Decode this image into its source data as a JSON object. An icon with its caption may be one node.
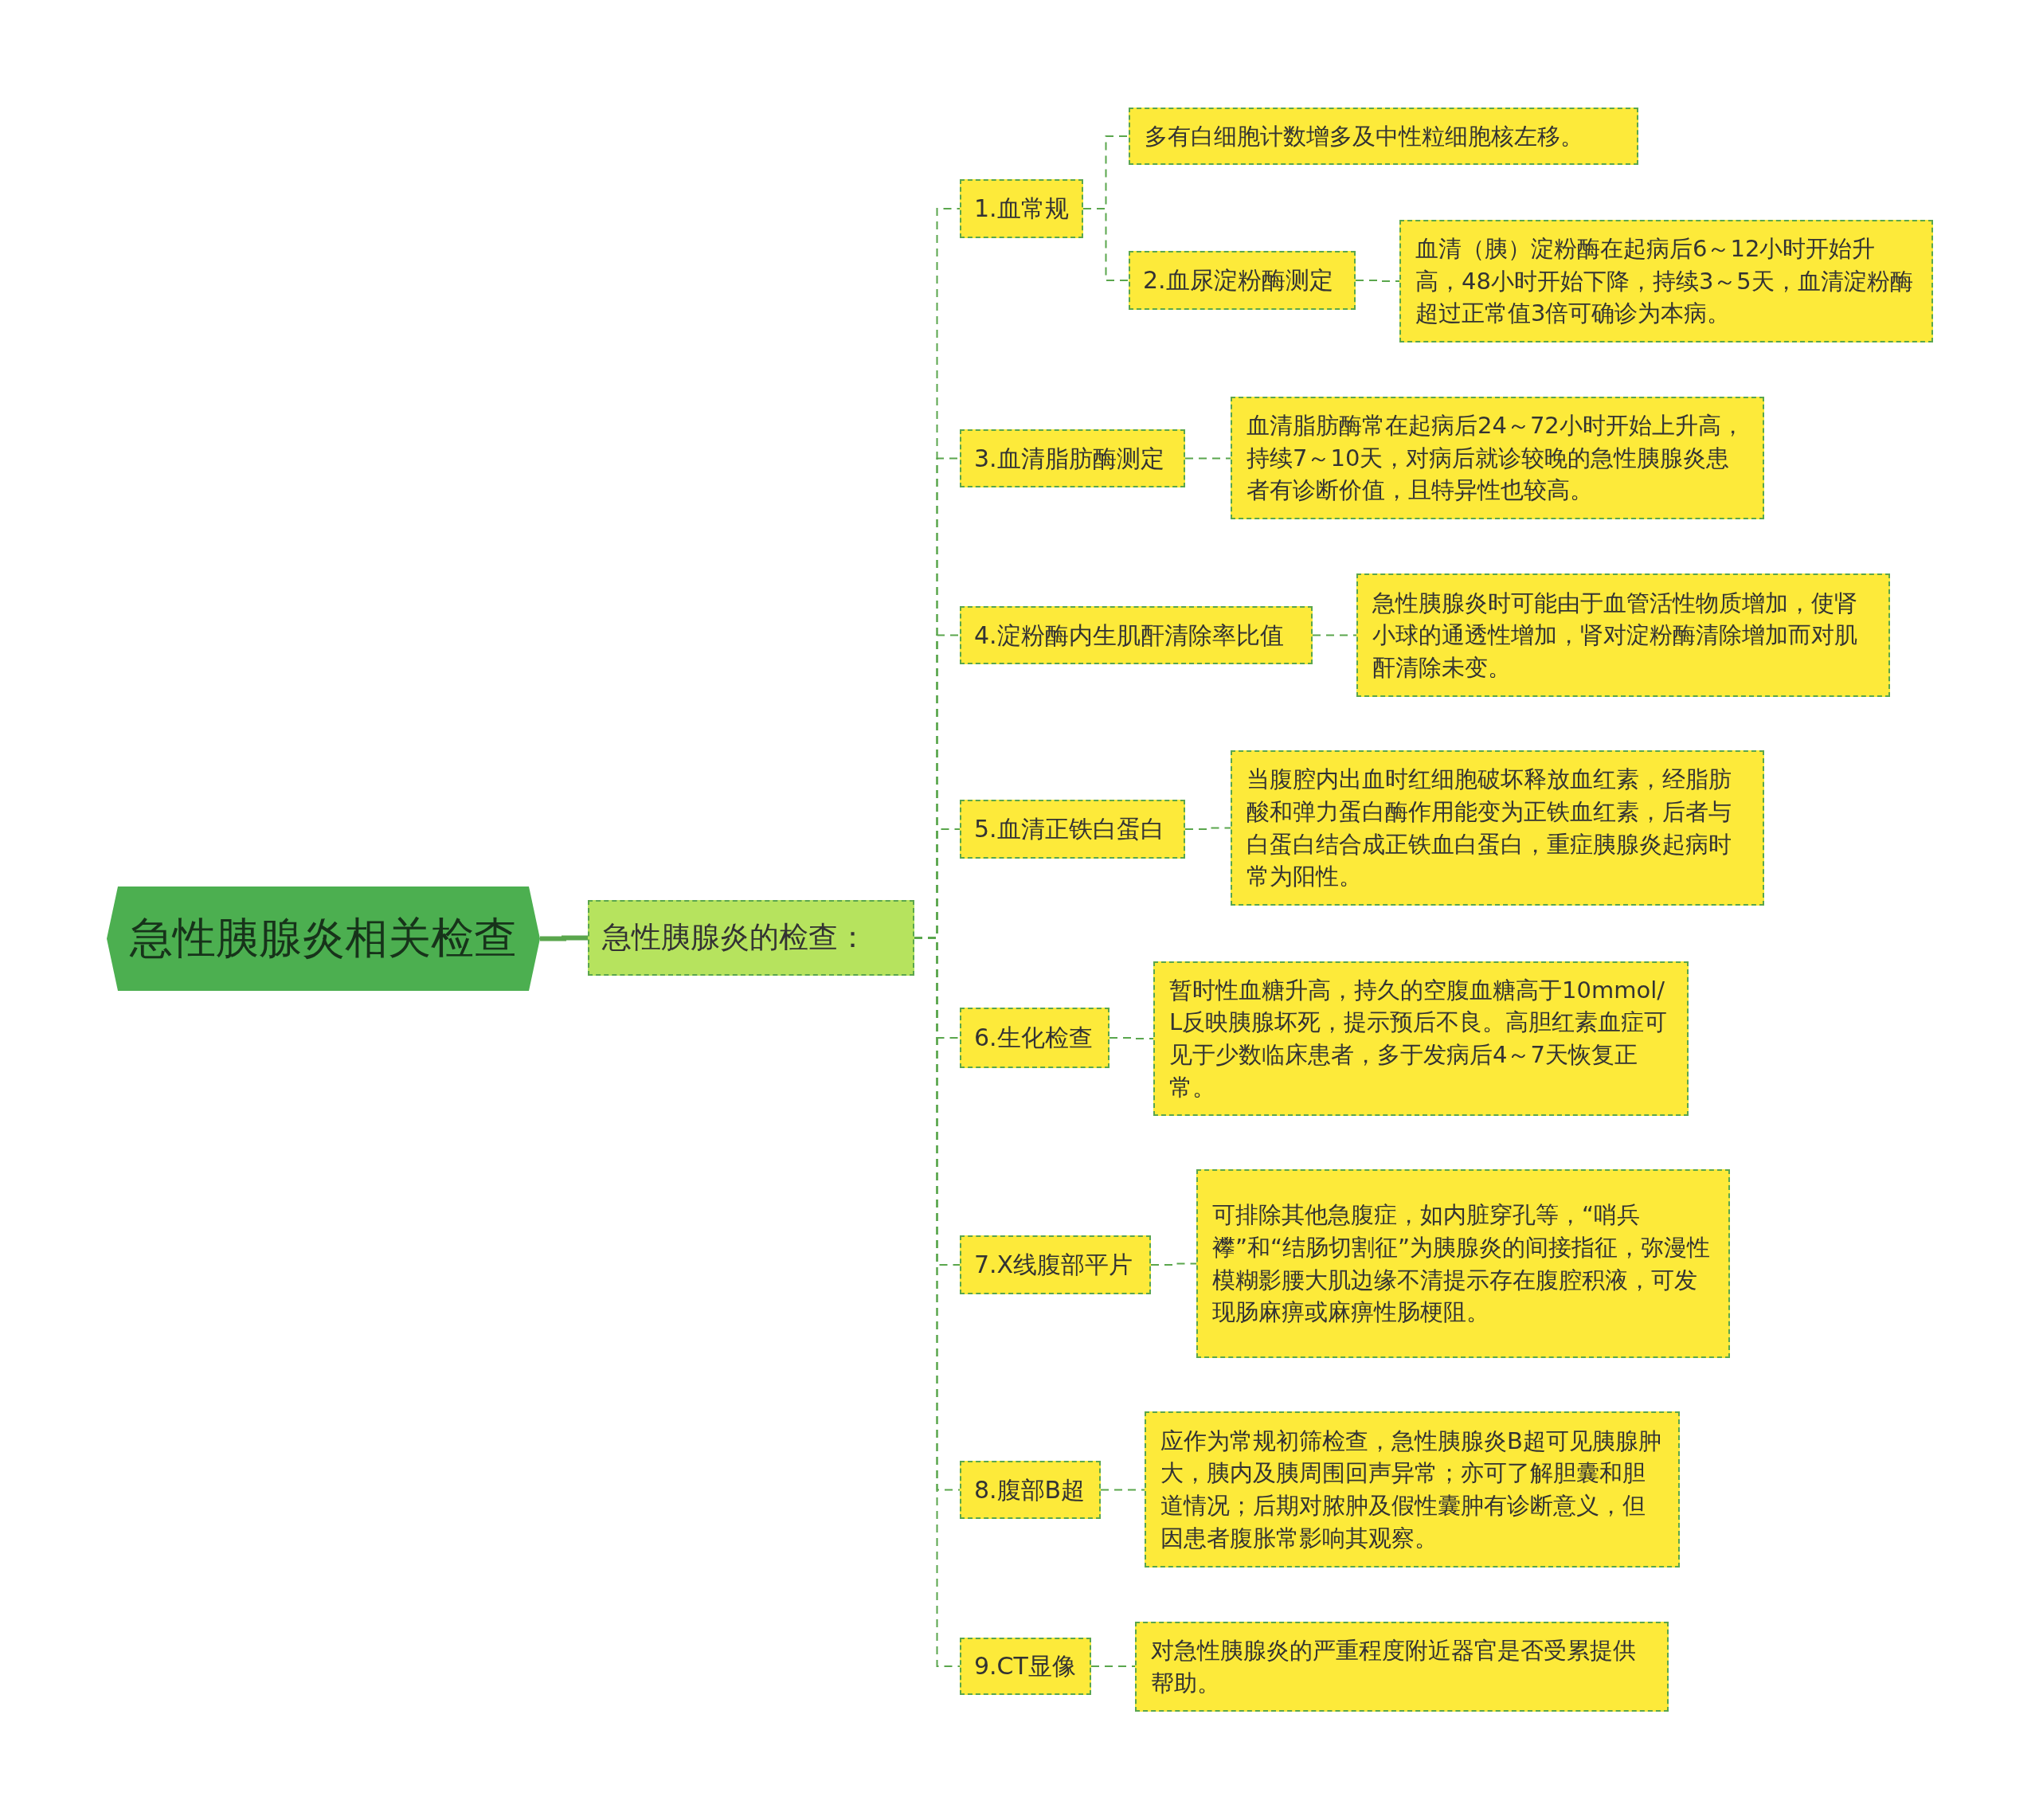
{
  "diagram": {
    "nodes": [
      {
        "text": [
          "急性胰腺炎相关检查"
        ]
      },
      {
        "text": [
          "急性胰腺炎的检查："
        ]
      },
      {
        "text": [
          "1.血常规"
        ]
      },
      {
        "text": [
          "多有白细胞计数增多及中性粒细胞核左移。"
        ]
      },
      {
        "text": [
          "2.血尿淀粉酶测定"
        ]
      },
      {
        "text": [
          "血清（胰）淀粉酶在起病后6～12小时开始升高，48小时开始下降，持续3～5天，血清淀粉酶超过正常值3倍可确诊为本病。"
        ]
      },
      {
        "text": [
          "3.血清脂肪酶测定"
        ]
      },
      {
        "text": [
          "血清脂肪酶常在起病后24～72小时开始上升高，持续7～10天，对病后就诊较晚的急性胰腺炎患者有诊断价值，且特异性也较高。"
        ]
      },
      {
        "text": [
          "4.淀粉酶内生肌酐清除率比值"
        ]
      },
      {
        "text": [
          "急性胰腺炎时可能由于血管活性物质增加，使肾小球的通透性增加，肾对淀粉酶清除增加而对肌酐清除未变。"
        ]
      },
      {
        "text": [
          "5.血清正铁白蛋白"
        ]
      },
      {
        "text": [
          "当腹腔内出血时红细胞破坏释放血红素，经脂肪酸和弹力蛋白酶作用能变为正铁血红素，后者与白蛋白结合成正铁血白蛋白，重症胰腺炎起病时常为阳性。"
        ]
      },
      {
        "text": [
          "6.生化检查"
        ]
      },
      {
        "text": [
          "暂时性血糖升高，持久的空腹血糖高于10mmol/L反映胰腺坏死，提示预后不良。高胆红素血症可见于少数临床患者，多于发病后4～7天恢复正常。"
        ]
      },
      {
        "text": [
          "7.X线腹部平片"
        ]
      },
      {
        "text": [
          "可排除其他急腹症，如内脏穿孔等，“哨兵襻”和“结肠切割征”为胰腺炎的间接指征，弥漫性模糊影腰大肌边缘不清提示存在腹腔积液，可发现肠麻痹或麻痹性肠梗阻。"
        ]
      },
      {
        "text": [
          "8.腹部B超"
        ]
      },
      {
        "text": [
          "应作为常规初筛检查，急性胰腺炎B超可见胰腺肿大，胰内及胰周围回声异常；亦可了解胆囊和胆道情况；后期对脓肿及假性囊肿有诊断意义，但因患者腹胀常影响其观察。"
        ]
      },
      {
        "text": [
          "9.CT显像"
        ]
      },
      {
        "text": [
          "对急性胰腺炎的严重程度附近器官是否受累提供帮助。"
        ]
      }
    ],
    "edges": [
      {
        "from": 0,
        "to": 1,
        "arrow": "none",
        "style": "thick"
      },
      {
        "from": 1,
        "to": 2,
        "arrow": "none",
        "style": "dashed"
      },
      {
        "from": 2,
        "to": 3,
        "arrow": "none",
        "style": "dashed"
      },
      {
        "from": 2,
        "to": 4,
        "arrow": "none",
        "style": "dashed"
      },
      {
        "from": 4,
        "to": 5,
        "arrow": "none",
        "style": "dashed"
      },
      {
        "from": 1,
        "to": 6,
        "arrow": "none",
        "style": "dashed"
      },
      {
        "from": 6,
        "to": 7,
        "arrow": "none",
        "style": "dashed"
      },
      {
        "from": 1,
        "to": 8,
        "arrow": "none",
        "style": "dashed"
      },
      {
        "from": 8,
        "to": 9,
        "arrow": "none",
        "style": "dashed"
      },
      {
        "from": 1,
        "to": 10,
        "arrow": "none",
        "style": "dashed"
      },
      {
        "from": 10,
        "to": 11,
        "arrow": "none",
        "style": "dashed"
      },
      {
        "from": 1,
        "to": 12,
        "arrow": "none",
        "style": "dashed"
      },
      {
        "from": 12,
        "to": 13,
        "arrow": "none",
        "style": "dashed"
      },
      {
        "from": 1,
        "to": 14,
        "arrow": "none",
        "style": "dashed"
      },
      {
        "from": 14,
        "to": 15,
        "arrow": "none",
        "style": "dashed"
      },
      {
        "from": 1,
        "to": 16,
        "arrow": "none",
        "style": "dashed"
      },
      {
        "from": 16,
        "to": 17,
        "arrow": "none",
        "style": "dashed"
      },
      {
        "from": 1,
        "to": 18,
        "arrow": "none",
        "style": "dashed"
      },
      {
        "from": 18,
        "to": 19,
        "arrow": "none",
        "style": "dashed"
      }
    ]
  }
}
